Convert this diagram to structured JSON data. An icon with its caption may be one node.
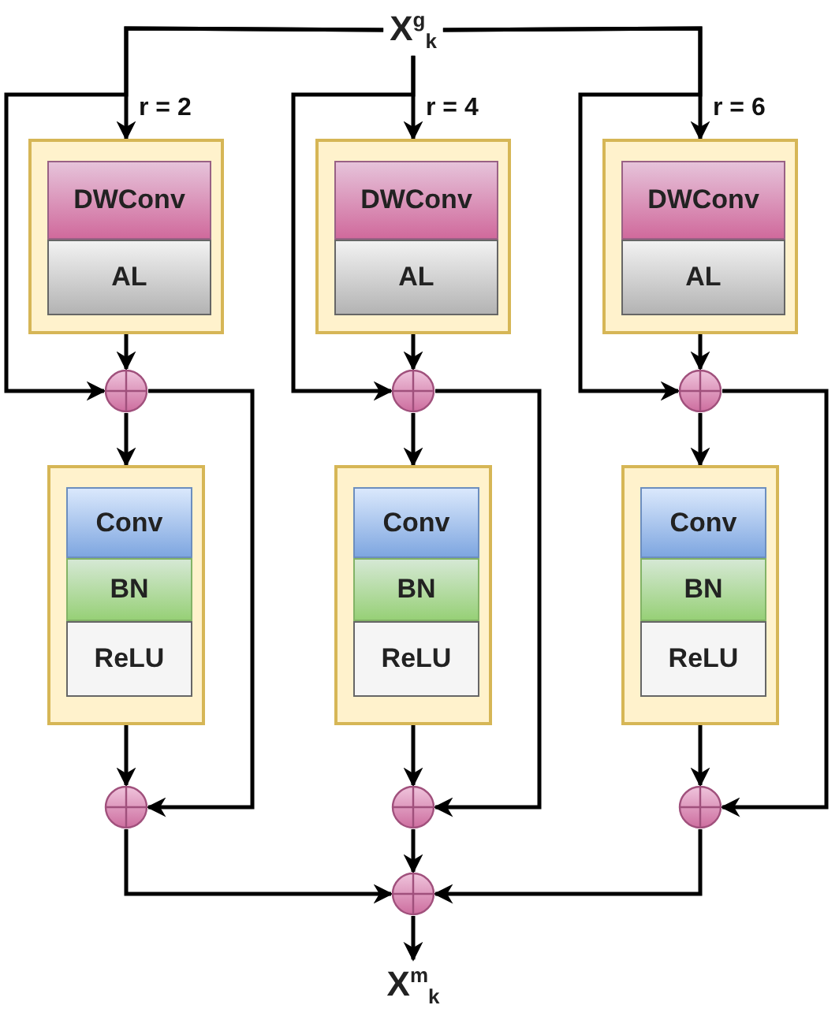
{
  "diagram": {
    "nodes": [
      {
        "text": [
          "X$^{g}$$_{k}$"
        ]
      },
      {
        "text": [],
        "shape": "box"
      },
      {
        "text": [
          "DWConv"
        ],
        "in": 1
      },
      {
        "text": [
          "AL"
        ],
        "in": 1
      },
      {
        "text": [],
        "shape": "circle"
      },
      {
        "text": [],
        "shape": "box"
      },
      {
        "text": [
          "Conv"
        ],
        "in": 5
      },
      {
        "text": [
          "BN"
        ],
        "in": 5
      },
      {
        "text": [
          "ReLU"
        ],
        "in": 5
      },
      {
        "text": [],
        "shape": "circle"
      },
      {
        "text": [],
        "shape": "box"
      },
      {
        "text": [
          "DWConv"
        ],
        "in": 10
      },
      {
        "text": [
          "AL"
        ],
        "in": 10
      },
      {
        "text": [],
        "shape": "circle"
      },
      {
        "text": [],
        "shape": "box"
      },
      {
        "text": [
          "Conv"
        ],
        "in": 14
      },
      {
        "text": [
          "BN"
        ],
        "in": 14
      },
      {
        "text": [
          "ReLU"
        ],
        "in": 14
      },
      {
        "text": [],
        "shape": "circle"
      },
      {
        "text": [],
        "shape": "box"
      },
      {
        "text": [
          "DWConv"
        ],
        "in": 19
      },
      {
        "text": [
          "AL"
        ],
        "in": 19
      },
      {
        "text": [],
        "shape": "circle"
      },
      {
        "text": [],
        "shape": "box"
      },
      {
        "text": [
          "Conv"
        ],
        "in": 23
      },
      {
        "text": [
          "BN"
        ],
        "in": 23
      },
      {
        "text": [
          "ReLU"
        ],
        "in": 23
      },
      {
        "text": [],
        "shape": "circle"
      },
      {
        "text": [],
        "shape": "circle"
      },
      {
        "text": [
          "X$^{m}$$_{k}$"
        ]
      }
    ],
    "edges": [
      {
        "from": 0,
        "to": 1,
        "arrow": "to",
        "label": "r = 2"
      },
      {
        "from": 0,
        "to": 4,
        "arrow": "to"
      },
      {
        "from": 1,
        "to": 4,
        "arrow": "to"
      },
      {
        "from": 4,
        "to": 5,
        "arrow": "to"
      },
      {
        "from": 4,
        "to": 9,
        "arrow": "to"
      },
      {
        "from": 5,
        "to": 9,
        "arrow": "to"
      },
      {
        "from": 9,
        "to": 28,
        "arrow": "to"
      },
      {
        "from": 0,
        "to": 10,
        "arrow": "to",
        "label": "r = 4"
      },
      {
        "from": 0,
        "to": 13,
        "arrow": "to"
      },
      {
        "from": 10,
        "to": 13,
        "arrow": "to"
      },
      {
        "from": 13,
        "to": 14,
        "arrow": "to"
      },
      {
        "from": 13,
        "to": 18,
        "arrow": "to"
      },
      {
        "from": 14,
        "to": 18,
        "arrow": "to"
      },
      {
        "from": 18,
        "to": 28,
        "arrow": "to"
      },
      {
        "from": 0,
        "to": 19,
        "arrow": "to",
        "label": "r = 6"
      },
      {
        "from": 0,
        "to": 22,
        "arrow": "to"
      },
      {
        "from": 19,
        "to": 22,
        "arrow": "to"
      },
      {
        "from": 22,
        "to": 23,
        "arrow": "to"
      },
      {
        "from": 22,
        "to": 27,
        "arrow": "to"
      },
      {
        "from": 23,
        "to": 27,
        "arrow": "to"
      },
      {
        "from": 27,
        "to": 28,
        "arrow": "to"
      },
      {
        "from": 28,
        "to": 29,
        "arrow": "to"
      }
    ]
  }
}
